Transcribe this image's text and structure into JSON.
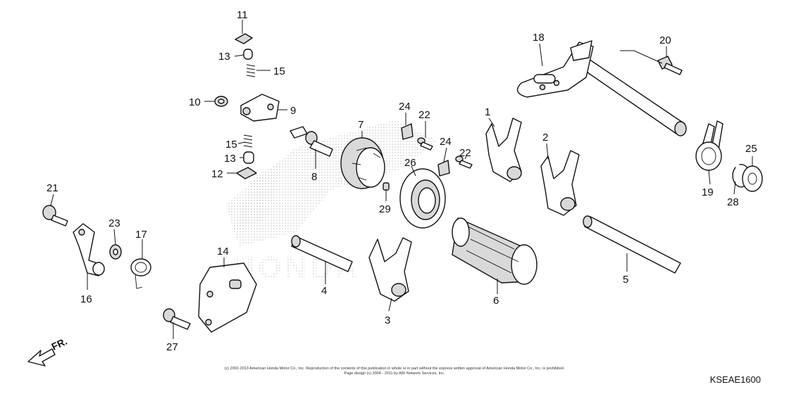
{
  "diagram_code": "KSEAE1600",
  "front_label": "FR.",
  "watermark": "HONDA",
  "copyright_line_1": "(c) 2002-2013 American Honda Motor Co., Inc. Reproduction of the contents of this publication in whole or in part without the express written approval of American Honda Motor Co., Inc. is prohibited.",
  "copyright_line_2": "Page design (c) 2004 - 2011 by ARI Network Services, Inc.",
  "callouts": {
    "n1": "1",
    "n2": "2",
    "n3": "3",
    "n4": "4",
    "n5": "5",
    "n6": "6",
    "n7": "7",
    "n8": "8",
    "n9": "9",
    "n10": "10",
    "n11": "11",
    "n12": "12",
    "n13a": "13",
    "n13b": "13",
    "n14": "14",
    "n15a": "15",
    "n15b": "15",
    "n16": "16",
    "n17": "17",
    "n18": "18",
    "n19": "19",
    "n20": "20",
    "n21": "21",
    "n22a": "22",
    "n22b": "22",
    "n23": "23",
    "n24a": "24",
    "n24b": "24",
    "n25": "25",
    "n26": "26",
    "n27": "27",
    "n28": "28",
    "n29": "29"
  }
}
